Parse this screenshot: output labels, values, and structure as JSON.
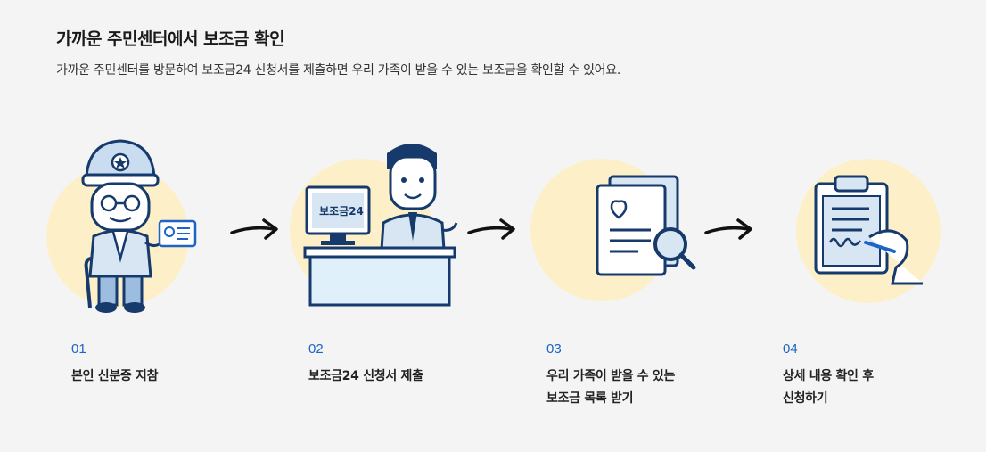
{
  "header": {
    "title": "가까운 주민센터에서 보조금 확인",
    "subtitle": "가까운 주민센터를 방문하여 보조금24 신청서를 제출하면 우리 가족이 받을 수 있는 보조금을 확인할 수 있어요."
  },
  "screen_text": {
    "monitor_label": "보조금24"
  },
  "steps": [
    {
      "num": "01",
      "lines": [
        "본인 신분증 지참"
      ]
    },
    {
      "num": "02",
      "lines": [
        "보조금24 신청서 제출"
      ]
    },
    {
      "num": "03",
      "lines": [
        "우리 가족이 받을 수 있는",
        "보조금 목록 받기"
      ]
    },
    {
      "num": "04",
      "lines": [
        "상세 내용 확인 후",
        "신청하기"
      ]
    }
  ],
  "colors": {
    "navy": "#163a6b",
    "accent_blue": "#1e63c6",
    "circle_bg": "#fdf0c8",
    "background": "#f4f4f4"
  }
}
